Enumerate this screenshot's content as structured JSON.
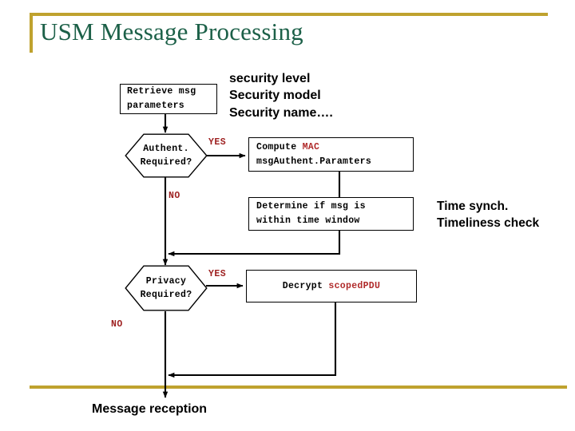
{
  "slide": {
    "title": "USM Message Processing",
    "title_color": "#1c6048",
    "rule_color": "#bfa22e"
  },
  "flow": {
    "boxes": [
      {
        "id": "retrieve",
        "lines": [
          "Retrieve msg",
          "parameters"
        ]
      },
      {
        "id": "compute-mac",
        "lines_rich": [
          {
            "pre": "Compute ",
            "accent": "MAC",
            "post": ""
          },
          {
            "pre": "msgAuthent.Paramters",
            "accent": "",
            "post": ""
          }
        ]
      },
      {
        "id": "time-window",
        "lines": [
          "Determine if msg is",
          "within time window"
        ]
      },
      {
        "id": "decrypt",
        "lines_rich": [
          {
            "pre": "Decrypt ",
            "accent": "scopedPDU",
            "post": ""
          }
        ]
      }
    ],
    "decisions": [
      {
        "id": "authent",
        "lines": [
          "Authent.",
          "Required?"
        ]
      },
      {
        "id": "privacy",
        "lines": [
          "Privacy",
          "Required?"
        ]
      }
    ],
    "edge_labels": [
      {
        "id": "authent-yes",
        "text": "YES"
      },
      {
        "id": "authent-no",
        "text": "NO"
      },
      {
        "id": "privacy-yes",
        "text": "YES"
      },
      {
        "id": "privacy-no",
        "text": "NO"
      }
    ],
    "edge_label_color": "#9e2121",
    "accent_color": "#b02a2a"
  },
  "annotations": {
    "security_params": [
      "security level",
      "Security model",
      "Security name…."
    ],
    "time_note": [
      "Time synch.",
      "Timeliness check"
    ],
    "entry_label": "Message reception"
  }
}
